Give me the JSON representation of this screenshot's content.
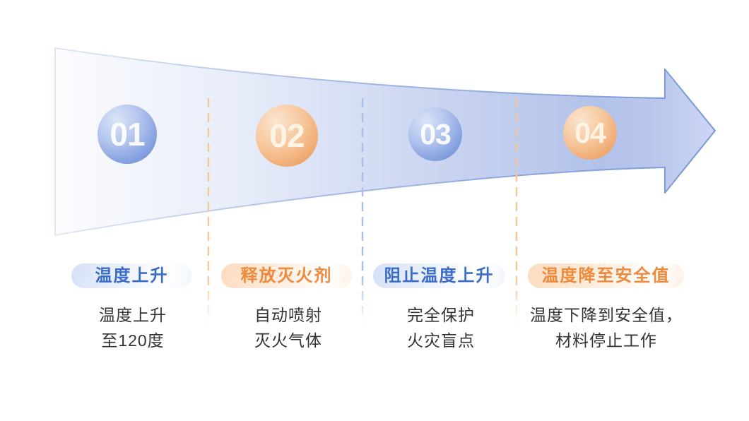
{
  "steps": [
    {
      "number": "01",
      "label": "温度上升",
      "description_line1": "温度上升",
      "description_line2": "至120度",
      "theme": "blue"
    },
    {
      "number": "02",
      "label": "释放灭火剂",
      "description_line1": "自动喷射",
      "description_line2": "灭火气体",
      "theme": "orange"
    },
    {
      "number": "03",
      "label": "阻止温度上升",
      "description_line1": "完全保护",
      "description_line2": "火灾盲点",
      "theme": "blue"
    },
    {
      "number": "04",
      "label": "温度降至安全值",
      "description_line1": "温度下降到安全值，",
      "description_line2": "材料停止工作",
      "theme": "orange"
    }
  ],
  "colors": {
    "background": "#ffffff",
    "blue_accent": "#3c6cc9",
    "orange_accent": "#ef8a3d",
    "arrow_gradient_start": "#fafbfe",
    "arrow_gradient_end": "#aebfe8",
    "arrow_edge_stroke": "#7492d4",
    "circle_blue_dark": "#6a8cd4",
    "circle_blue_light": "#dbe4f7",
    "circle_orange_dark": "#ea9356",
    "circle_orange_light": "#fbe4ce",
    "dash_blue": "#a9bfe6",
    "dash_orange": "#f4c79d",
    "description_text": "#333333"
  }
}
